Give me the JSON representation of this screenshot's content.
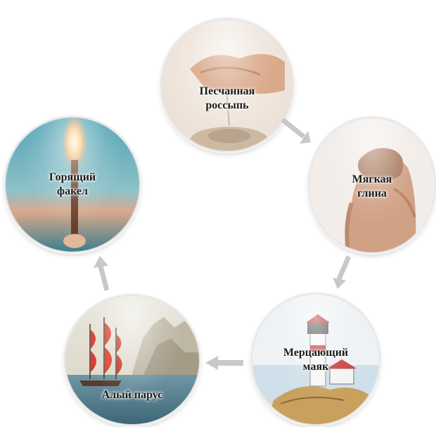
{
  "cycle": {
    "nodes": [
      {
        "line1": "Песчанная",
        "line2": "россыпь",
        "icon": "sand-hands-image"
      },
      {
        "line1": "Мягкая",
        "line2": "глина",
        "icon": "clay-hands-image"
      },
      {
        "line1": "Мерцающий",
        "line2": "маяк",
        "icon": "lighthouse-image"
      },
      {
        "line1": "Алый парус",
        "line2": "",
        "icon": "scarlet-sail-ship-image"
      },
      {
        "line1": "Горящий",
        "line2": "факел",
        "icon": "burning-torch-image"
      }
    ],
    "colors": {
      "arrow": "#c8c8c8",
      "label_text": "#1a1a1a"
    }
  }
}
